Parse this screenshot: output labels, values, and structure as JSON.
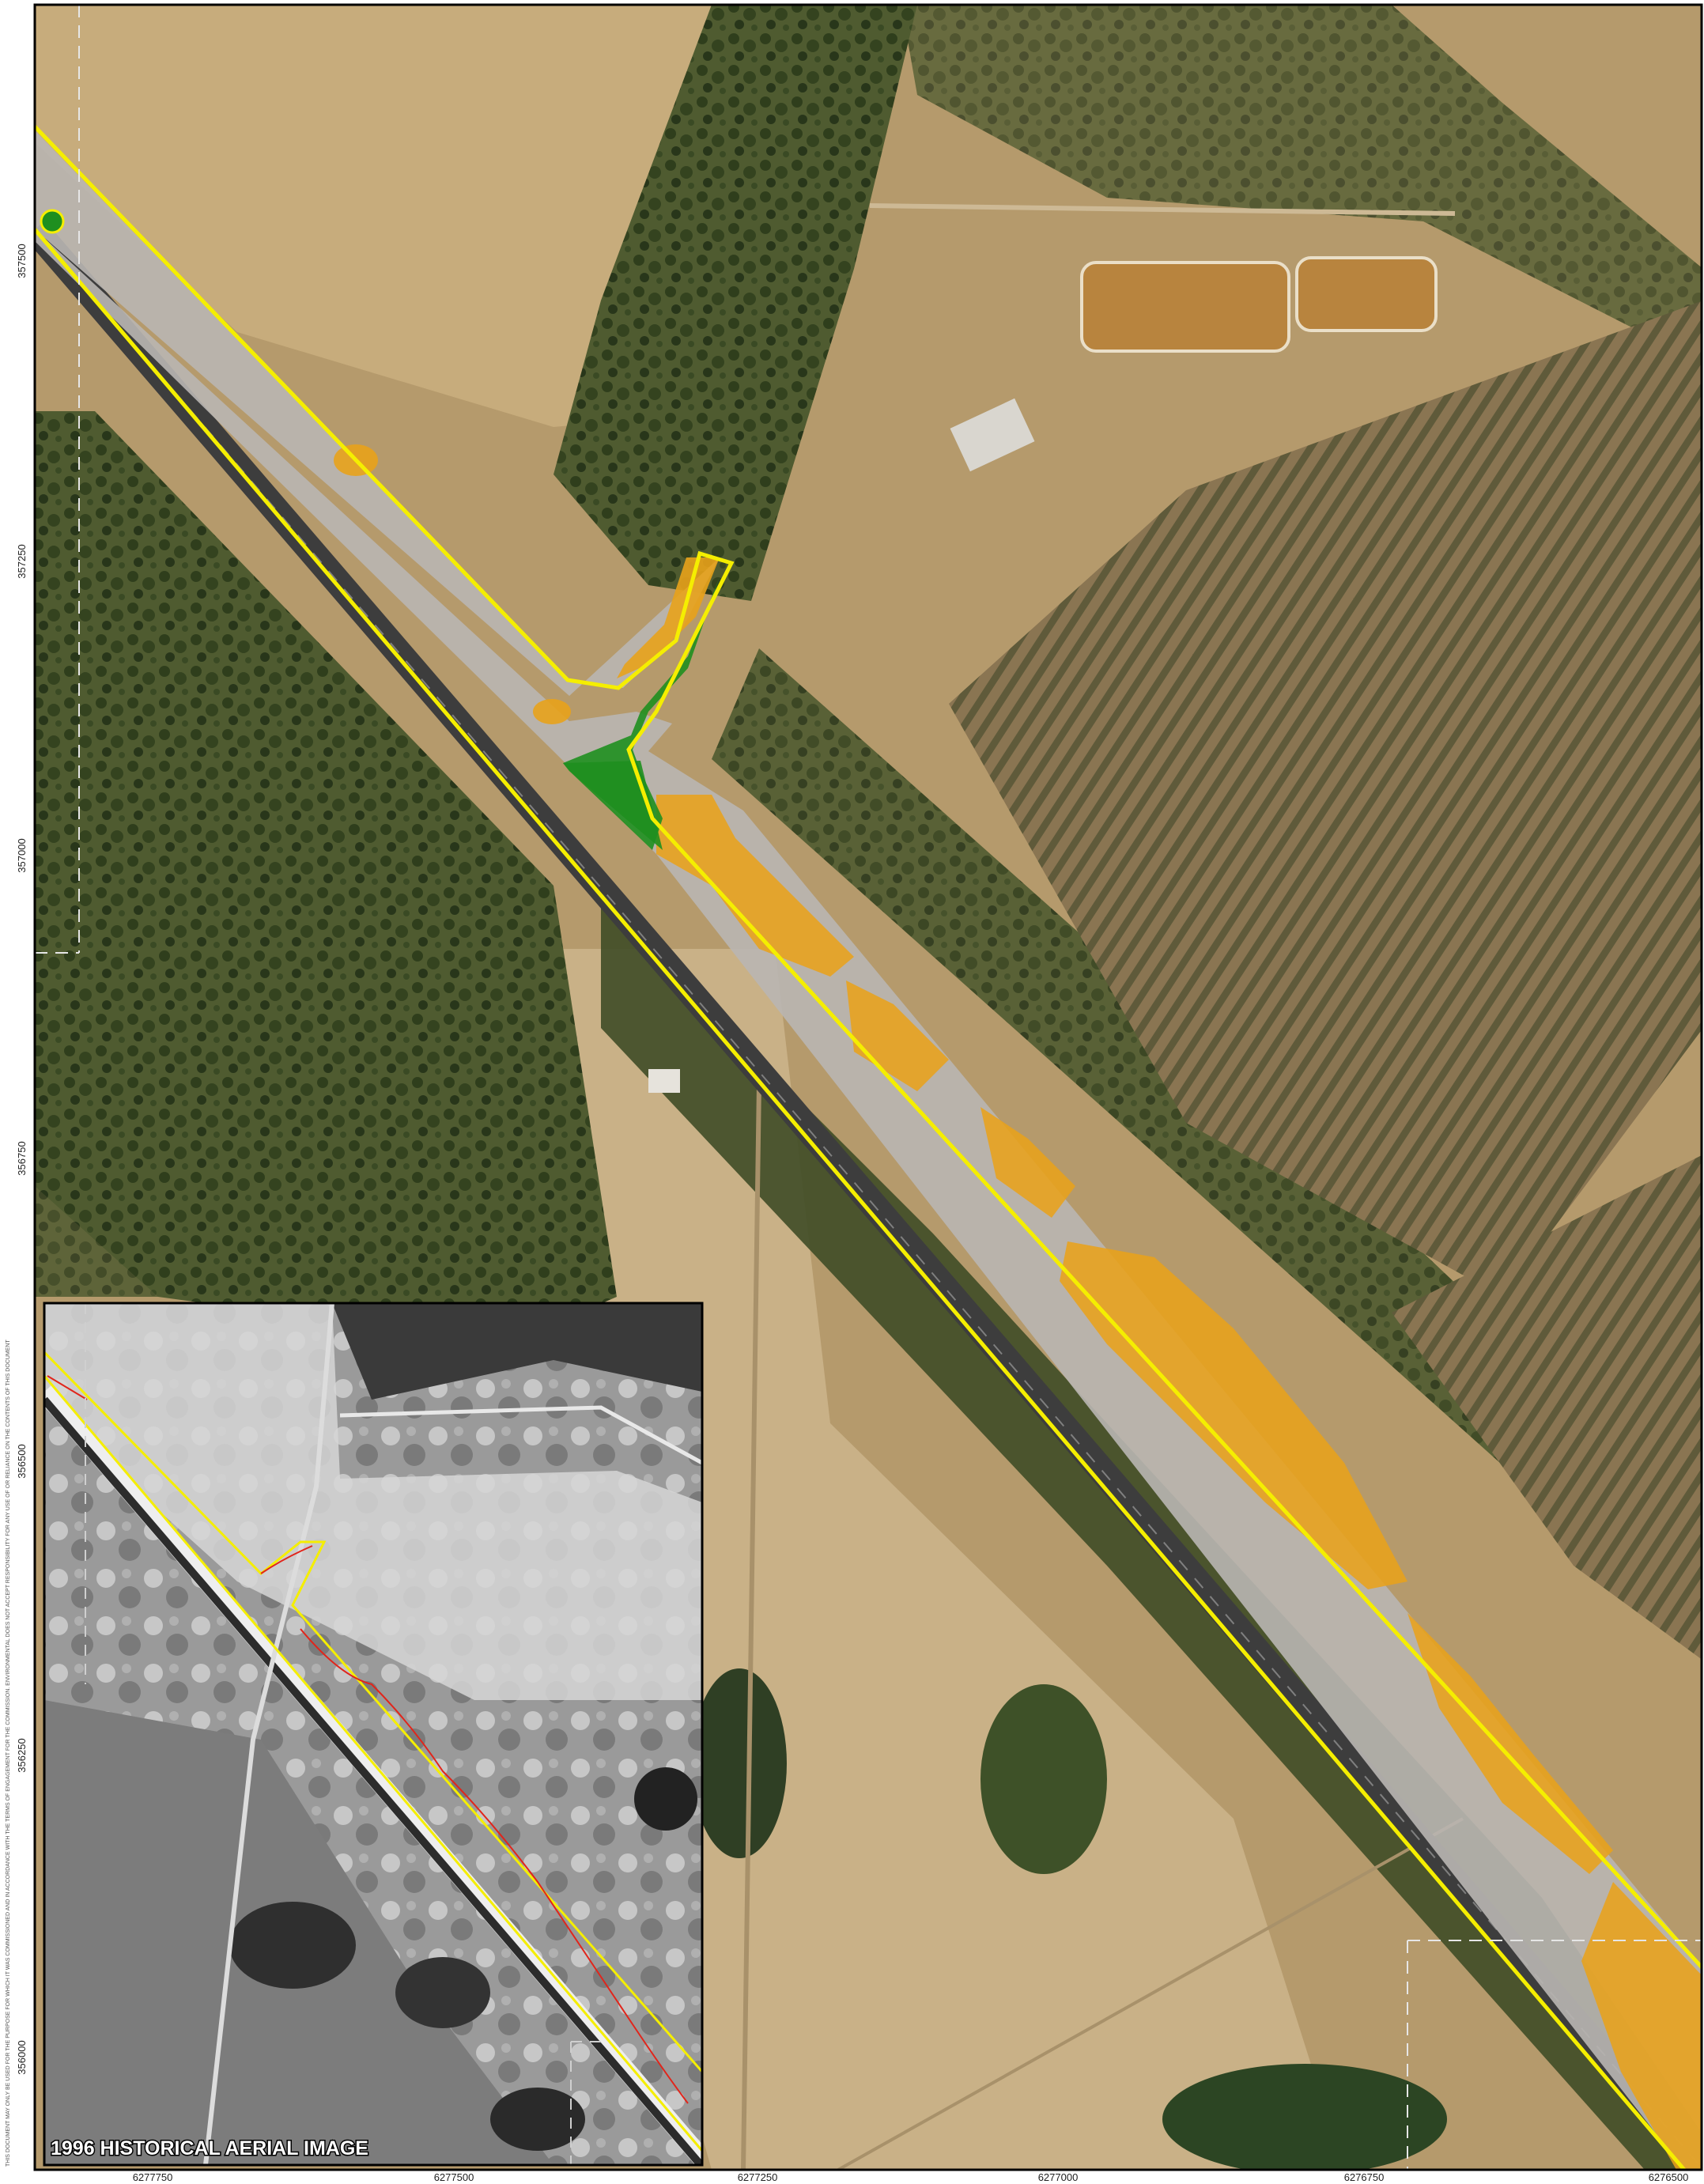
{
  "inset": {
    "title": "1996 HISTORICAL AERIAL IMAGE"
  },
  "grid": {
    "eastings": [
      "6277750",
      "6277500",
      "6277250",
      "6277000",
      "6276750",
      "6276500"
    ],
    "northings": [
      "357500",
      "357250",
      "357000",
      "356750",
      "356500",
      "356250",
      "356000"
    ]
  },
  "disclaimer": "THIS DOCUMENT MAY ONLY BE USED FOR THE PURPOSE FOR WHICH IT WAS COMMISSIONED AND IN ACCORDANCE WITH THE TERMS OF ENGAGEMENT FOR THE COMMISSION. ENVIRONMENTAL DOES NOT ACCEPT RESPONSIBILITY FOR ANY USE OF OR RELIANCE ON THE CONTENTS OF THIS DOCUMENT",
  "colors": {
    "boundary": "#f5ee00",
    "degraded": "#e8a21b",
    "vegetation": "#1f8f1f",
    "cleared": "#b9b6b3",
    "farmland": "#b89a6a",
    "scrub": "#4a5a2e",
    "inset_border": "#000000"
  }
}
